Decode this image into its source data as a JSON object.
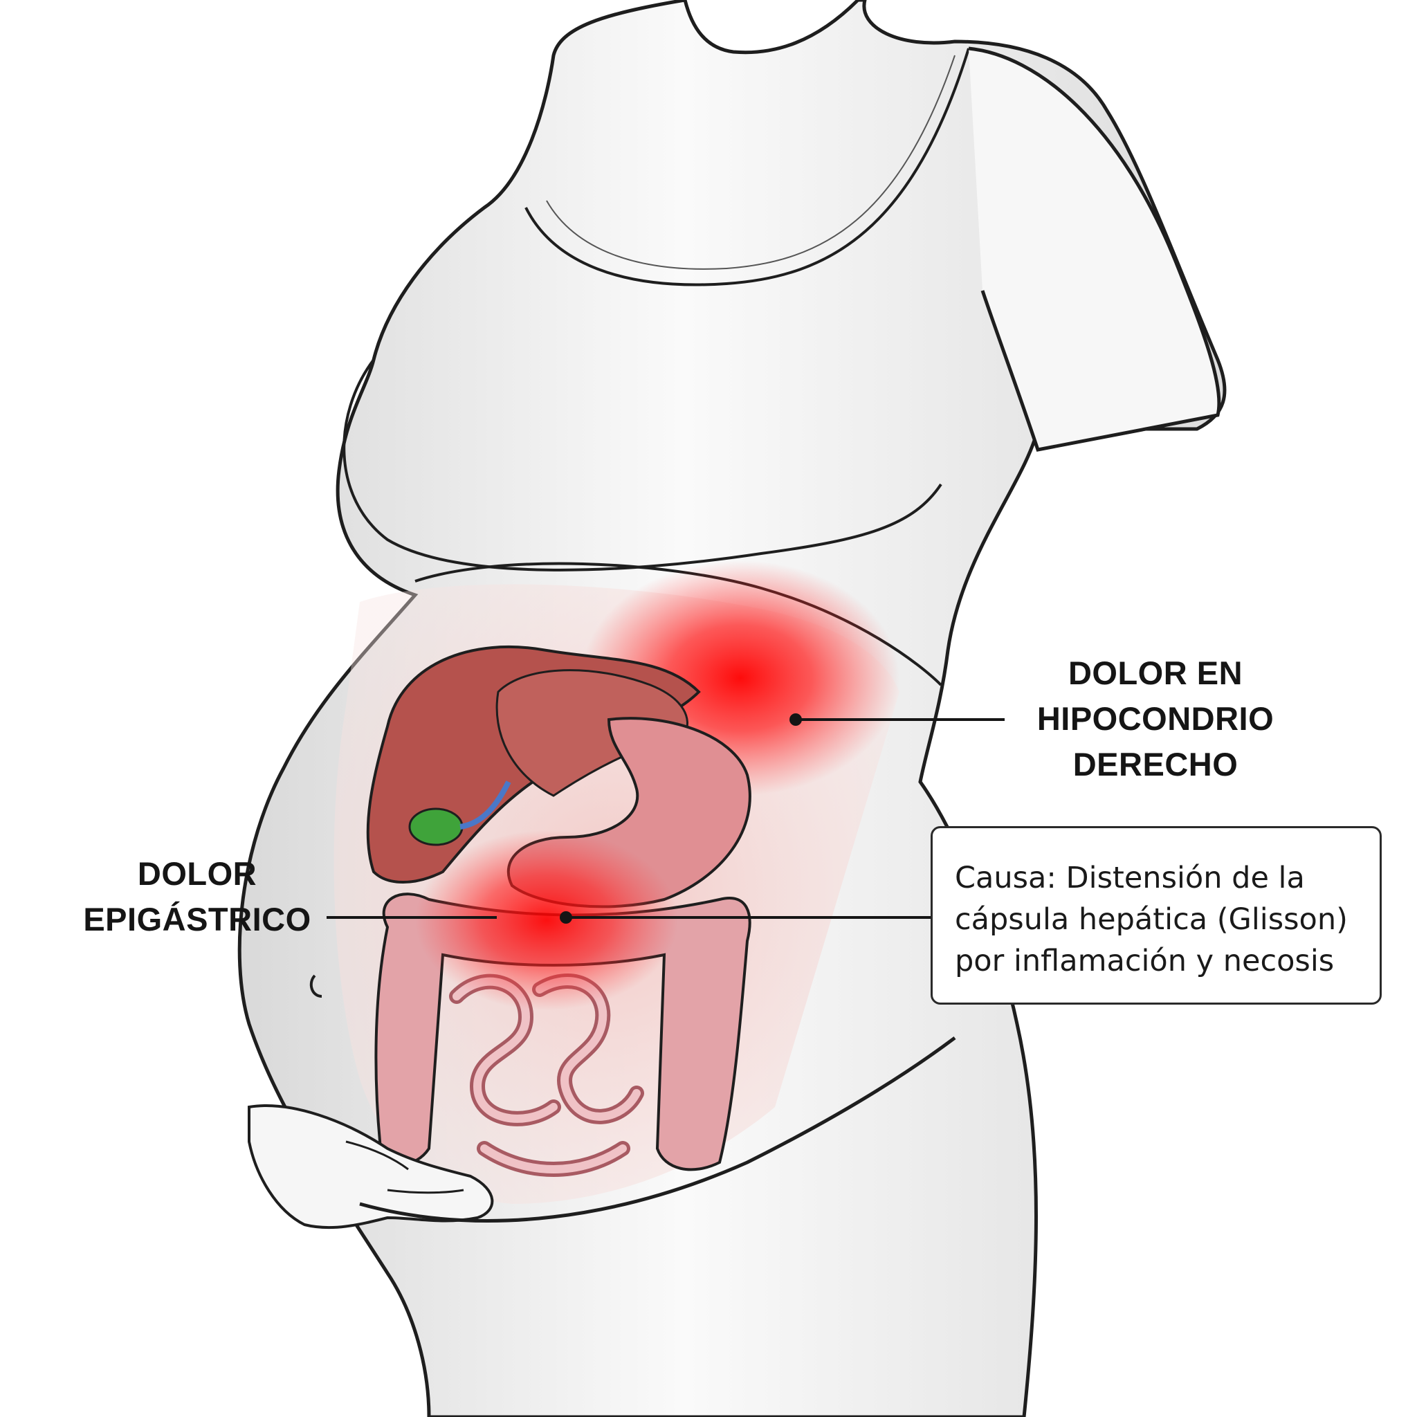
{
  "labels": {
    "right": {
      "lines": [
        "DOLOR EN",
        "HIPOCONDRIO",
        "DERECHO"
      ]
    },
    "left": {
      "lines": [
        "DOLOR",
        "EPIGÁSTRICO"
      ]
    }
  },
  "cause": {
    "lines": [
      "Causa: Distensión de la",
      "cápsula hepática (Glisson)",
      "por inflamación y necosis"
    ]
  },
  "colors": {
    "pain": "#ff1a1a",
    "liver": "#b5524d",
    "gallbladder": "#3fa33a",
    "bile_duct": "#4a78c8",
    "intestine": "#e3a3a8",
    "stomach": "#e08f93",
    "body_fill": "#f4f4f4",
    "outline": "#1e1e1e"
  },
  "icons": {
    "right_marker": "pain-point-dot",
    "left_marker": "pain-point-dot"
  }
}
